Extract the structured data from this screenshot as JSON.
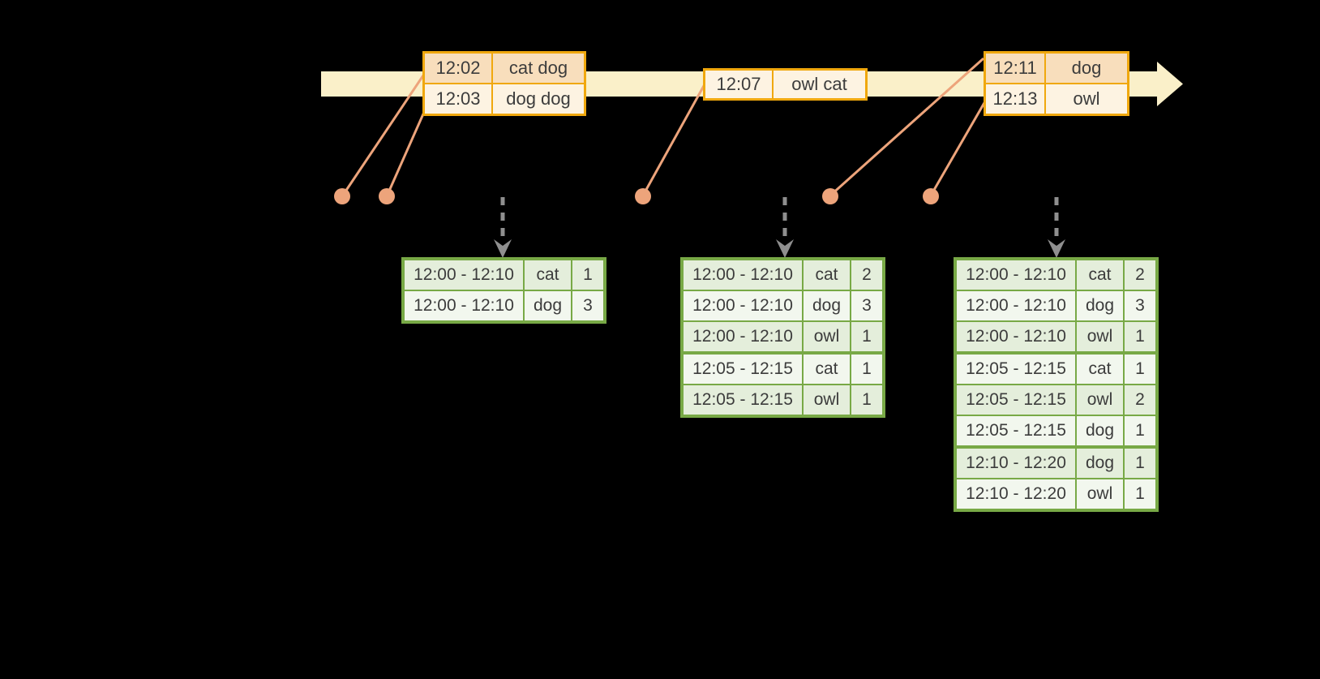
{
  "diagram": {
    "colors": {
      "background": "#000000",
      "timeline_fill": "#FAF0C9",
      "event_border": "#F0A80E",
      "event_row_dark": "#F8DEBC",
      "event_row_light": "#FDF3E2",
      "marker": "#EDA47B",
      "green_border": "#78A946",
      "green_row_dark": "#E4EEDB",
      "green_row_light": "#F2F7EE",
      "text": "#3C3C3C",
      "arrow_gray": "#8F8F8F"
    },
    "event_tables": [
      {
        "rows": [
          {
            "time": "12:02",
            "words": "cat dog"
          },
          {
            "time": "12:03",
            "words": "dog dog"
          }
        ]
      },
      {
        "rows": [
          {
            "time": "12:07",
            "words": "owl cat"
          }
        ]
      },
      {
        "rows": [
          {
            "time": "12:11",
            "words": "dog"
          },
          {
            "time": "12:13",
            "words": "owl"
          }
        ]
      }
    ],
    "result_tables": [
      {
        "rows": [
          {
            "window": "12:00 - 12:10",
            "word": "cat",
            "count": "1"
          },
          {
            "window": "12:00 - 12:10",
            "word": "dog",
            "count": "3"
          }
        ]
      },
      {
        "rows": [
          {
            "window": "12:00 - 12:10",
            "word": "cat",
            "count": "2"
          },
          {
            "window": "12:00 - 12:10",
            "word": "dog",
            "count": "3"
          },
          {
            "window": "12:00 - 12:10",
            "word": "owl",
            "count": "1"
          },
          {
            "window": "12:05 - 12:15",
            "word": "cat",
            "count": "1",
            "sep": true
          },
          {
            "window": "12:05 - 12:15",
            "word": "owl",
            "count": "1"
          }
        ]
      },
      {
        "rows": [
          {
            "window": "12:00 - 12:10",
            "word": "cat",
            "count": "2"
          },
          {
            "window": "12:00 - 12:10",
            "word": "dog",
            "count": "3"
          },
          {
            "window": "12:00 - 12:10",
            "word": "owl",
            "count": "1"
          },
          {
            "window": "12:05 - 12:15",
            "word": "cat",
            "count": "1",
            "sep": true
          },
          {
            "window": "12:05 - 12:15",
            "word": "owl",
            "count": "2"
          },
          {
            "window": "12:05 - 12:15",
            "word": "dog",
            "count": "1"
          },
          {
            "window": "12:10 - 12:20",
            "word": "dog",
            "count": "1",
            "sep": true
          },
          {
            "window": "12:10 - 12:20",
            "word": "owl",
            "count": "1"
          }
        ]
      }
    ]
  }
}
